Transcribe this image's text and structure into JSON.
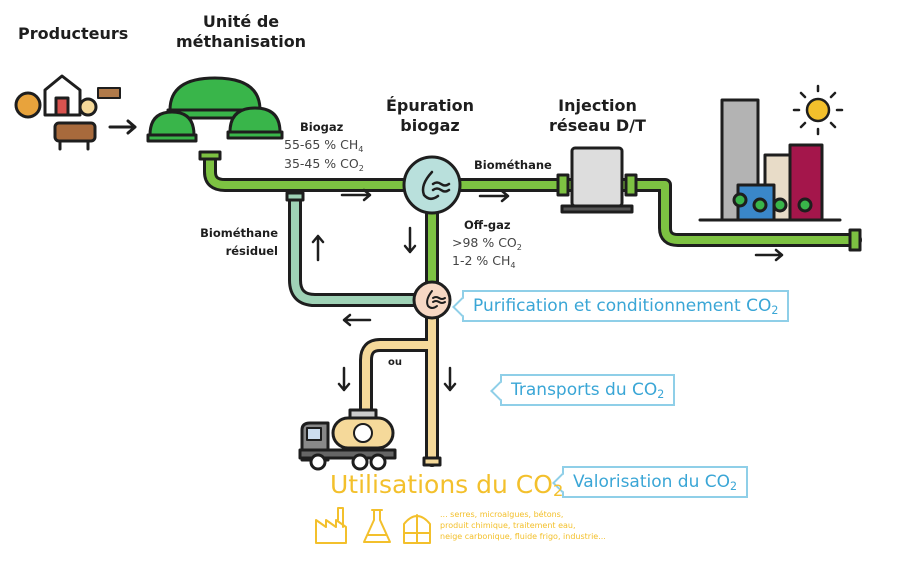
{
  "labels": {
    "producteurs": "Producteurs",
    "unite_line1": "Unité de",
    "unite_line2": "méthanisation",
    "epuration_line1": "Épuration",
    "epuration_line2": "biogaz",
    "injection_line1": "Injection",
    "injection_line2": "réseau D/T",
    "biogaz": "Biogaz",
    "biogaz_ch4": "55-65 % CH",
    "biogaz_ch4_sub": "4",
    "biogaz_co2": "35-45 % CO",
    "biogaz_co2_sub": "2",
    "biomethane": "Biométhane",
    "residuel_line1": "Biométhane",
    "residuel_line2": "résiduel",
    "offgaz": "Off-gaz",
    "offgaz_co2": ">98 % CO",
    "offgaz_co2_sub": "2",
    "offgaz_ch4": "1-2 % CH",
    "offgaz_ch4_sub": "4",
    "ou": "ou",
    "utilisations": "Utilisations du CO",
    "utilisations_sub": "2",
    "examples_line1": "... serres, microalgues, bétons,",
    "examples_line2": "produit chimique, traitement eau,",
    "examples_line3": "neige carbonique, fluide frigo, industrie..."
  },
  "callouts": {
    "purification": "Purification et conditionnement CO",
    "purification_sub": "2",
    "transports": "Transports du CO",
    "transports_sub": "2",
    "valorisation": "Valorisation du CO",
    "valorisation_sub": "2"
  },
  "colors": {
    "biogas_pipe": "#7dc242",
    "residual_pipe": "#9fd2b6",
    "co2_pipe": "#f5d99a",
    "callout": "#3aa6d6",
    "utilisation": "#f3c02c",
    "outline": "#1e1e1e"
  },
  "icons": [
    "farm-icon",
    "cow-icon",
    "digester-icon",
    "purifier-icon",
    "injection-station-icon",
    "city-icon",
    "sun-icon",
    "truck-icon",
    "factory-icon",
    "flask-icon",
    "greenhouse-icon"
  ]
}
